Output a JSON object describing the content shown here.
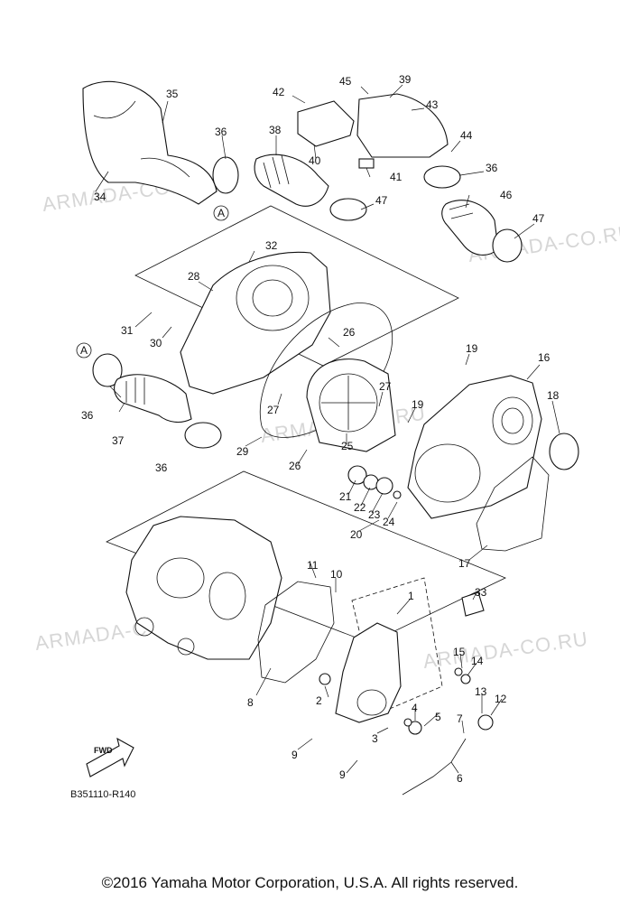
{
  "watermark": "ARMADA-CO.RU",
  "diagram_code": "B351110-R140",
  "copyright": "©2016 Yamaha Motor Corporation, U.S.A. All rights reserved.",
  "fwd_label": "FWD",
  "ref_marker": "A",
  "callouts": [
    "1",
    "2",
    "3",
    "4",
    "5",
    "6",
    "7",
    "8",
    "9",
    "9",
    "10",
    "11",
    "12",
    "13",
    "14",
    "15",
    "16",
    "17",
    "18",
    "19",
    "19",
    "20",
    "21",
    "22",
    "23",
    "24",
    "25",
    "26",
    "26",
    "27",
    "27",
    "28",
    "29",
    "30",
    "31",
    "32",
    "33",
    "34",
    "35",
    "36",
    "36",
    "36",
    "36",
    "37",
    "38",
    "39",
    "40",
    "41",
    "42",
    "43",
    "44",
    "45",
    "46",
    "47",
    "47"
  ]
}
